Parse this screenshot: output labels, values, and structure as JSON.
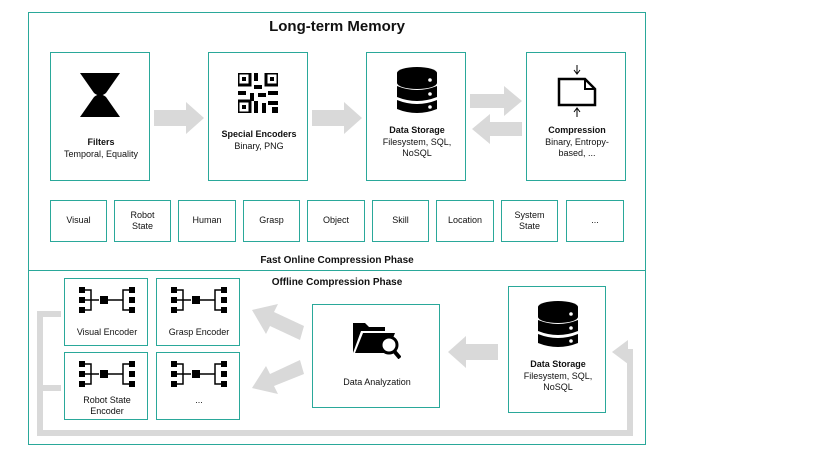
{
  "title": "Long-term Memory",
  "top_blocks": [
    {
      "icon": "hourglass-icon",
      "title": "Filters",
      "subtitle": "Temporal, Equality"
    },
    {
      "icon": "qr-code-icon",
      "title": "Special Encoders",
      "subtitle": "Binary, PNG"
    },
    {
      "icon": "database-icon",
      "title": "Data Storage",
      "subtitle": "Filesystem, SQL, NoSQL"
    },
    {
      "icon": "compression-file-icon",
      "title": "Compression",
      "subtitle": "Binary, Entropy-based, ..."
    }
  ],
  "categories": [
    "Visual",
    "Robot State",
    "Human",
    "Grasp",
    "Object",
    "Skill",
    "Location",
    "System State",
    "..."
  ],
  "online_phase_label": "Fast Online Compression Phase",
  "offline_phase_label": "Offline Compression Phase",
  "encoders": [
    {
      "icon": "network-encoder-icon",
      "label": "Visual Encoder"
    },
    {
      "icon": "network-encoder-icon",
      "label": "Grasp Encoder"
    },
    {
      "icon": "network-encoder-icon",
      "label": "Robot State Encoder"
    },
    {
      "icon": "network-encoder-icon",
      "label": "..."
    }
  ],
  "analyzer": {
    "icon": "folder-search-icon",
    "label": "Data Analyzation"
  },
  "offline_storage": {
    "icon": "database-icon",
    "title": "Data Storage",
    "subtitle": "Filesystem, SQL, NoSQL"
  },
  "colors": {
    "frame": "#2aa89a",
    "arrow": "#d9d9d9",
    "loop_line": "#d9d9d9",
    "icon": "#000000"
  }
}
